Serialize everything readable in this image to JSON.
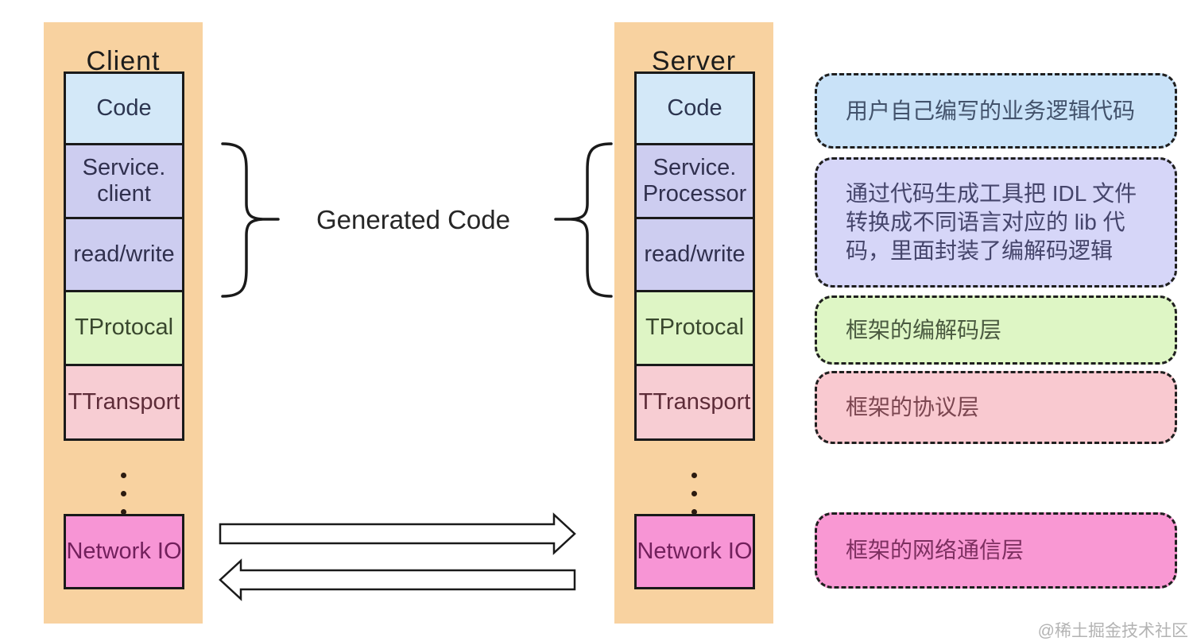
{
  "client": {
    "title": "Client",
    "boxes": [
      {
        "label": "Code"
      },
      {
        "label": "Service.\nclient"
      },
      {
        "label": "read/write"
      },
      {
        "label": "TProtocal"
      },
      {
        "label": "TTransport"
      }
    ],
    "network_box": {
      "label": "Network IO"
    }
  },
  "server": {
    "title": "Server",
    "boxes": [
      {
        "label": "Code"
      },
      {
        "label": "Service.\nProcessor"
      },
      {
        "label": "read/write"
      },
      {
        "label": "TProtocal"
      },
      {
        "label": "TTransport"
      }
    ],
    "network_box": {
      "label": "Network IO"
    }
  },
  "center": {
    "generated_code_label": "Generated Code"
  },
  "annotations": [
    {
      "text": "用户自己编写的业务逻辑代码",
      "bg": "#c9e2f8"
    },
    {
      "text": "通过代码生成工具把 IDL 文件\n转换成不同语言对应的 lib 代\n码，里面封装了编解码逻辑",
      "bg": "#d6d6f8"
    },
    {
      "text": "框架的编解码层",
      "bg": "#def6c5"
    },
    {
      "text": "框架的协议层",
      "bg": "#f9c9d0"
    },
    {
      "text": "框架的网络通信层",
      "bg": "#f998d3"
    }
  ],
  "watermark": "@稀土掘金技术社区",
  "colors": {
    "column_bg": "#f8d2a0",
    "code_box": "#d3e8f8",
    "generated_box": "#cdcdf0",
    "protocol_box": "#def5c5",
    "transport_box": "#f7cdd3",
    "network_box": "#f795d5",
    "stroke": "#1a1a1a",
    "watermark_gray": "#b3b3b3"
  }
}
